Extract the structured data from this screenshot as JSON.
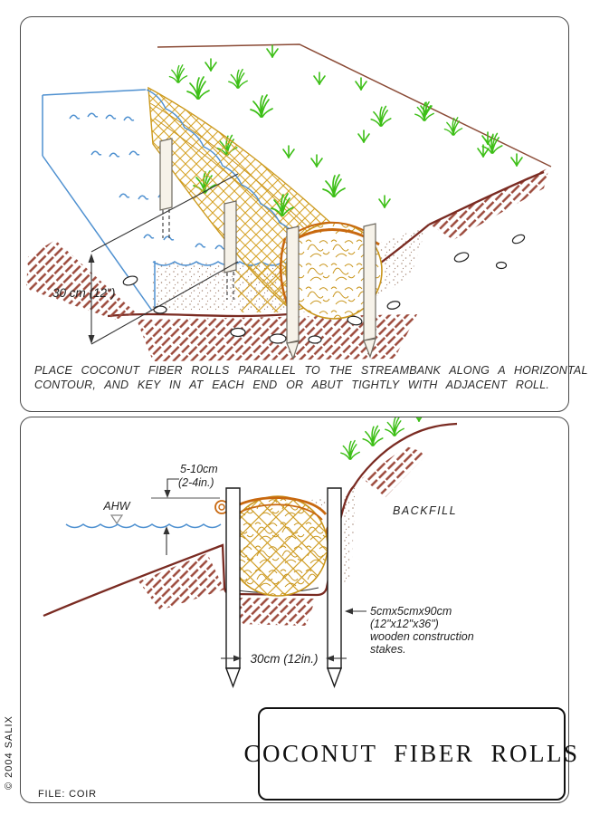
{
  "sheet": {
    "top_panel": {
      "depth_dimension": "30 cm (12\")",
      "caption_line1": "PLACE COCONUT FIBER ROLLS PARALLEL TO THE STREAMBANK ALONG A HORIZONTAL",
      "caption_line2": "CONTOUR, AND KEY IN AT EACH END OR ABUT TIGHTLY WITH ADJACENT ROLL."
    },
    "bottom_panel": {
      "freeboard_value": "5-10cm",
      "freeboard_value_alt": "(2-4in.)",
      "water_level_label": "AHW",
      "backfill_label": "BACKFILL",
      "stake_note_line1": "5cmx5cmx90cm",
      "stake_note_line2": "(12\"x12\"x36\")",
      "stake_note_line3": "wooden construction",
      "stake_note_line4": "stakes.",
      "stake_spacing": "30cm (12in.)"
    },
    "title_block": {
      "title": "COCONUT FIBER ROLLS"
    },
    "margin": {
      "copyright": "© 2004 SALIX",
      "file_label": "FILE: COIR"
    }
  },
  "colors": {
    "net_gold": "#D6A429",
    "coir_gold": "#C9951B",
    "rope_orange": "#C8680F",
    "water_blue": "#4E90D0",
    "grass_green": "#3DBF17",
    "bank_maroon": "#7A2B22",
    "soil_hatch": "#9C4A3C",
    "sand_dot": "#A58776",
    "line_dark": "#333333"
  }
}
